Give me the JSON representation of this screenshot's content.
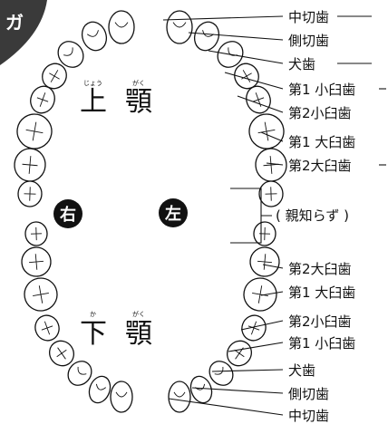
{
  "corner": {
    "text": "ガ",
    "color": "#3a3a3a"
  },
  "upper_jaw": {
    "reading1": "じょう",
    "reading2": "がく",
    "char1": "上",
    "char2": "顎"
  },
  "lower_jaw": {
    "reading1": "か",
    "reading2": "がく",
    "char1": "下",
    "char2": "顎"
  },
  "side_left_of_picture": "右",
  "side_right_of_picture": "左",
  "upper_labels": [
    "中切歯",
    "側切歯",
    "犬歯",
    "第1 小臼歯",
    "第2小臼歯",
    "第1 大臼歯",
    "第2大臼歯"
  ],
  "wisdom_label": "( 親知らず )",
  "lower_labels": [
    "第2大臼歯",
    "第1 大臼歯",
    "第2小臼歯",
    "第1 小臼歯",
    "犬歯",
    "側切歯",
    "中切歯"
  ],
  "colors": {
    "ink": "#111111",
    "badge": "#111111"
  }
}
